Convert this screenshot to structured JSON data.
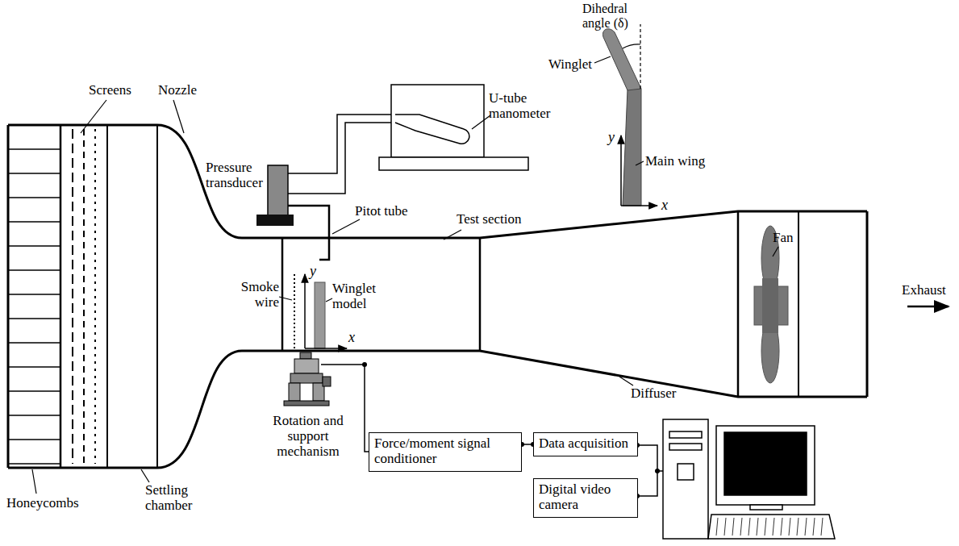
{
  "diagram": {
    "nodes": [
      {
        "text": [
          "Force/moment signal conditioner"
        ]
      },
      {
        "text": [
          "Data acquisition"
        ]
      },
      {
        "text": [
          "Digital video camera"
        ]
      }
    ],
    "edges": [
      {
        "from": 0,
        "to": 1,
        "arrow": "none"
      }
    ],
    "labels": [
      "Screens",
      "Nozzle",
      "Pressure transducer",
      "U-tube manometer",
      "Dihedral angle (δ)",
      "Winglet",
      "y",
      "Main wing",
      "x",
      "Fan",
      "Exhaust",
      "Pitot tube",
      "Test section",
      "Smoke wire",
      "y",
      "Winglet model",
      "x",
      "Diffuser",
      "Rotation and support mechanism",
      "Honeycombs",
      "Settling chamber"
    ]
  }
}
